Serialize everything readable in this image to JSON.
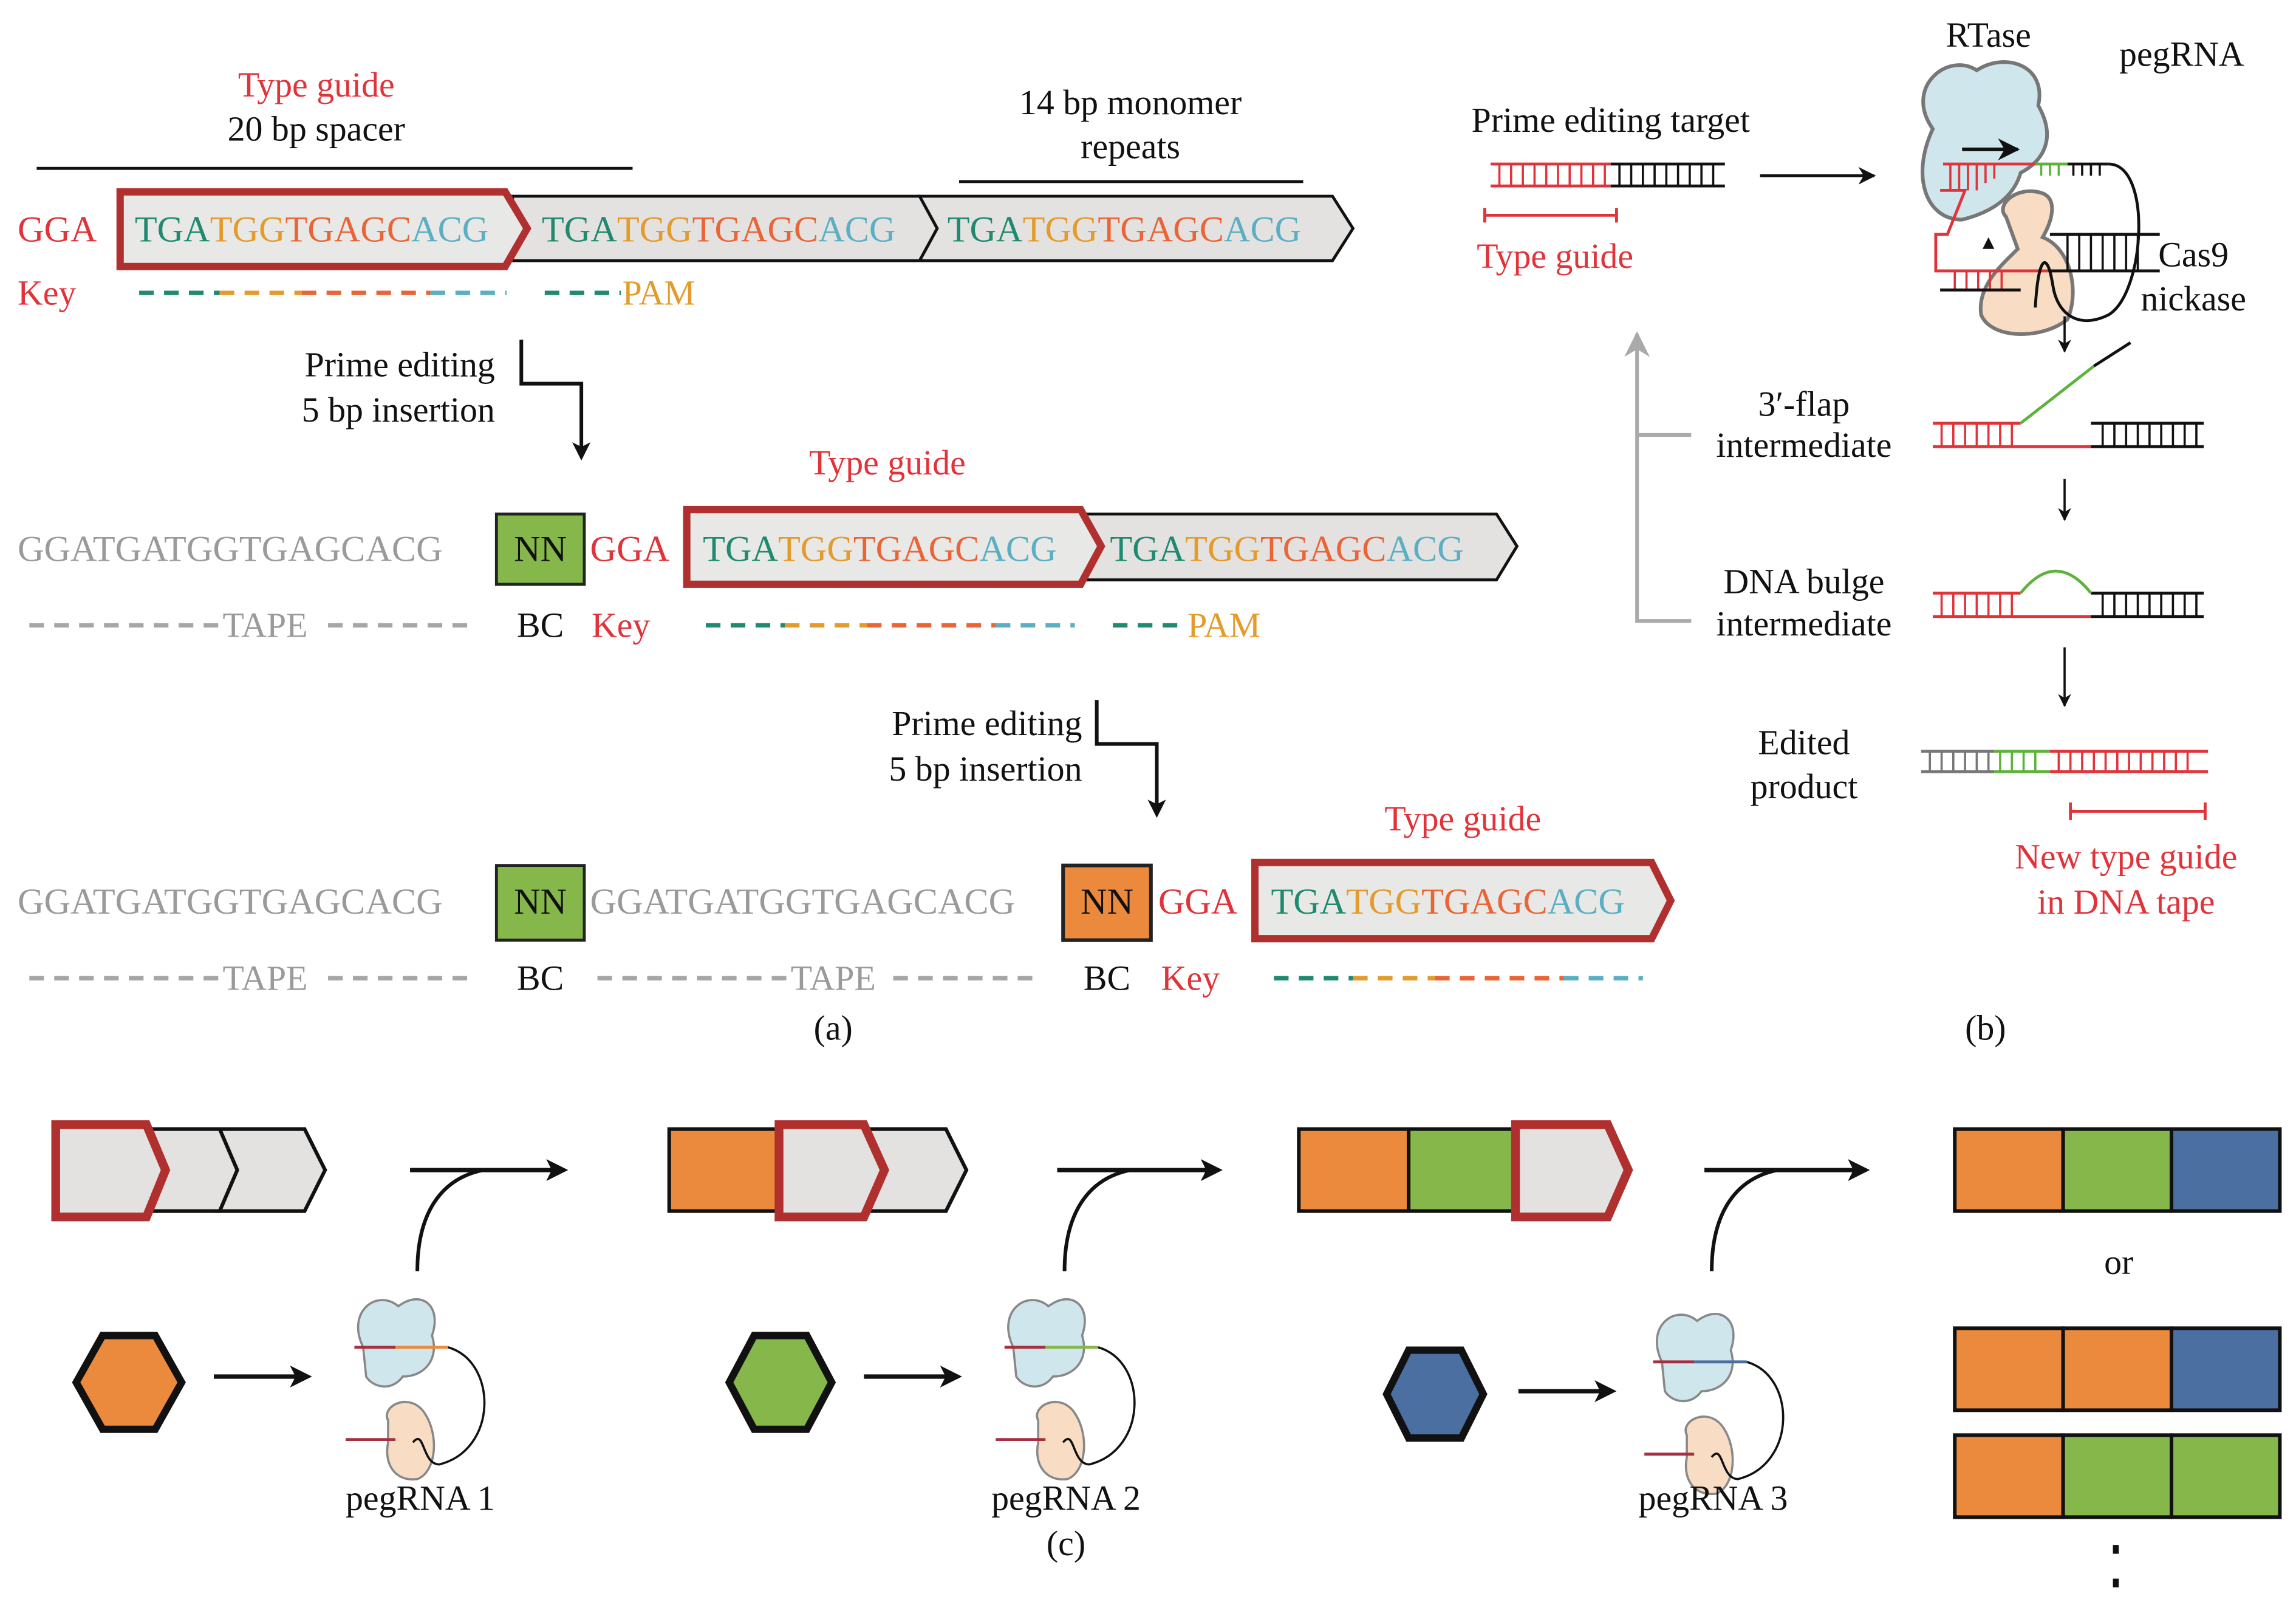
{
  "colors": {
    "red_text": "#e0333a",
    "guide_border": "#b0302f",
    "block_fill": "#e4e2e1",
    "teal": "#1f8a70",
    "yellow": "#e49b2c",
    "orange_red": "#ea6435",
    "light_blue": "#5aafc2",
    "tape_gray": "#9a9a9a",
    "bc_green": "#86b74a",
    "bc_orange": "#eb8a3c",
    "bc_blue": "#4a6fa0",
    "rtase_fill": "#cfe6ec",
    "cas9_fill": "#f8dcc4"
  },
  "panel_a": {
    "caption": "(a)",
    "row1": {
      "type_guide_label": "Type guide",
      "spacer_label": "20 bp spacer",
      "monomer_label_line1": "14 bp monomer",
      "monomer_label_line2": "repeats",
      "key_seq": "GGA",
      "key_label": "Key",
      "pam_label": "PAM",
      "units": [
        {
          "s1": "TGA",
          "s2": "TGG",
          "s3": "TGAGC",
          "s4": "ACG"
        },
        {
          "s1": "TGA",
          "s2": "TGG",
          "s3": "TGAGC",
          "s4": "ACG"
        },
        {
          "s1": "TGA",
          "s2": "TGG",
          "s3": "TGAGC",
          "s4": "ACG"
        }
      ]
    },
    "step1": {
      "line1": "Prime editing",
      "line2": "5 bp insertion"
    },
    "row2": {
      "type_guide_label": "Type guide",
      "tape_seq": "GGATGATGGTGAGCACG",
      "barcode": "NN",
      "key_seq": "GGA",
      "tape_label": "TAPE",
      "bc_label": "BC",
      "key_label": "Key",
      "pam_label": "PAM",
      "units": [
        {
          "s1": "TGA",
          "s2": "TGG",
          "s3": "TGAGC",
          "s4": "ACG"
        },
        {
          "s1": "TGA",
          "s2": "TGG",
          "s3": "TGAGC",
          "s4": "ACG"
        }
      ]
    },
    "step2": {
      "line1": "Prime editing",
      "line2": "5 bp insertion"
    },
    "row3": {
      "type_guide_label": "Type guide",
      "tape_seq_1": "GGATGATGGTGAGCACG",
      "barcode_1": "NN",
      "tape_seq_2": "GGATGATGGTGAGCACG",
      "barcode_2": "NN",
      "key_seq": "GGA",
      "tape_label": "TAPE",
      "bc_label": "BC",
      "key_label": "Key",
      "units": [
        {
          "s1": "TGA",
          "s2": "TGG",
          "s3": "TGAGC",
          "s4": "ACG"
        }
      ]
    }
  },
  "panel_b": {
    "caption": "(b)",
    "target_label": "Prime editing target",
    "type_guide_label": "Type guide",
    "rtase_label": "RTase",
    "pegrna_label": "pegRNA",
    "cas9_line1": "Cas9",
    "cas9_line2": "nickase",
    "flap_line1": "3′-flap",
    "flap_line2": "intermediate",
    "bulge_line1": "DNA bulge",
    "bulge_line2": "intermediate",
    "edited_line1": "Edited",
    "edited_line2": "product",
    "new_guide_line1": "New type guide",
    "new_guide_line2": "in DNA tape"
  },
  "panel_c": {
    "caption": "(c)",
    "pegrnas": [
      {
        "label": "pegRNA 1",
        "color": "orange"
      },
      {
        "label": "pegRNA 2",
        "color": "green"
      },
      {
        "label": "pegRNA 3",
        "color": "blue"
      }
    ],
    "or_label": "or",
    "outcomes": [
      [
        "orange",
        "green",
        "blue"
      ],
      [
        "orange",
        "orange",
        "blue"
      ],
      [
        "orange",
        "green",
        "green"
      ]
    ],
    "ellipsis": ":"
  }
}
